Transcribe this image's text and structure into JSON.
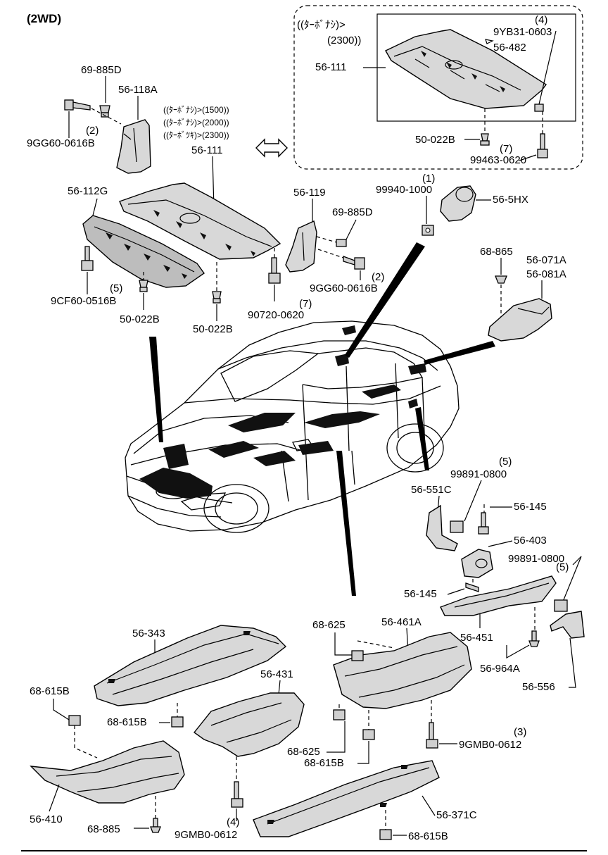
{
  "diagram": {
    "title": "(2WD)",
    "turbo_box": {
      "header_line1": "((ﾀｰﾎﾞﾅｼ)>",
      "header_line2": "(2300))",
      "variants": [
        "((ﾀｰﾎﾞﾅｼ)>(1500))",
        "((ﾀｰﾎﾞﾅｼ)>(2000))",
        "((ﾀｰﾎﾞﾂｷ)>(2300))"
      ]
    },
    "labels": {
      "l_69_885D_top": "69-885D",
      "l_56_118A": "56-118A",
      "l_qty2_a": "(2)",
      "l_9GG60_a": "9GG60-0616B",
      "l_56_111_main": "56-111",
      "l_56_111_box": "56-111",
      "l_qty4_box": "(4)",
      "l_9YB31": "9YB31-0603",
      "l_56_482": "56-482",
      "l_50_022B_box": "50-022B",
      "l_qty7_box": "(7)",
      "l_99463": "99463-0620",
      "l_56_112G": "56-112G",
      "l_56_119": "56-119",
      "l_69_885D_mid": "69-885D",
      "l_qty2_b": "(2)",
      "l_9GG60_b": "9GG60-0616B",
      "l_qty1": "(1)",
      "l_99940": "99940-1000",
      "l_56_5HX": "56-5HX",
      "l_68_865": "68-865",
      "l_56_071A": "56-071A",
      "l_56_081A": "56-081A",
      "l_qty5_a": "(5)",
      "l_9CF60": "9CF60-0516B",
      "l_50_022B_a": "50-022B",
      "l_50_022B_b": "50-022B",
      "l_qty7_b": "(7)",
      "l_90720": "90720-0620",
      "l_qty5_b": "(5)",
      "l_99891_a": "99891-0800",
      "l_56_551C": "56-551C",
      "l_56_145_a": "56-145",
      "l_56_403": "56-403",
      "l_qty5_c": "(5)",
      "l_99891_b": "99891-0800",
      "l_56_145_b": "56-145",
      "l_56_343": "56-343",
      "l_68_625_a": "68-625",
      "l_56_461A": "56-461A",
      "l_56_451": "56-451",
      "l_56_964A": "56-964A",
      "l_56_556": "56-556",
      "l_68_615B_a": "68-615B",
      "l_56_431": "56-431",
      "l_68_615B_b": "68-615B",
      "l_68_625_b": "68-625",
      "l_68_615B_c": "68-615B",
      "l_qty3": "(3)",
      "l_9GMB0_a": "9GMB0-0612",
      "l_56_410": "56-410",
      "l_68_885": "68-885",
      "l_qty4_b": "(4)",
      "l_9GMB0_b": "9GMB0-0612",
      "l_56_371C": "56-371C",
      "l_68_615B_d": "68-615B"
    }
  }
}
